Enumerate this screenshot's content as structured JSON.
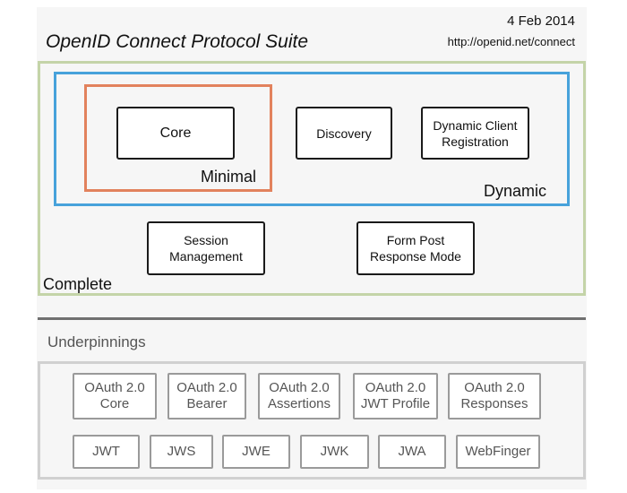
{
  "header": {
    "title": "OpenID Connect Protocol Suite",
    "date": "4 Feb 2014",
    "url": "http://openid.net/connect"
  },
  "groups": {
    "complete": {
      "label": "Complete",
      "color": "#c4d4a8"
    },
    "dynamic": {
      "label": "Dynamic",
      "color": "#47a2db"
    },
    "minimal": {
      "label": "Minimal",
      "color": "#e2825d"
    }
  },
  "specs": {
    "core": [
      "Core"
    ],
    "discovery": [
      "Discovery"
    ],
    "dynamic_client_registration": [
      "Dynamic Client",
      "Registration"
    ],
    "session_management": [
      "Session",
      "Management"
    ],
    "form_post_response_mode": [
      "Form Post",
      "Response Mode"
    ]
  },
  "underpinnings": {
    "label": "Underpinnings",
    "row1": [
      [
        "OAuth 2.0",
        "Core"
      ],
      [
        "OAuth 2.0",
        "Bearer"
      ],
      [
        "OAuth 2.0",
        "Assertions"
      ],
      [
        "OAuth 2.0",
        "JWT Profile"
      ],
      [
        "OAuth 2.0",
        "Responses"
      ]
    ],
    "row2": [
      "JWT",
      "JWS",
      "JWE",
      "JWK",
      "JWA",
      "WebFinger"
    ]
  }
}
